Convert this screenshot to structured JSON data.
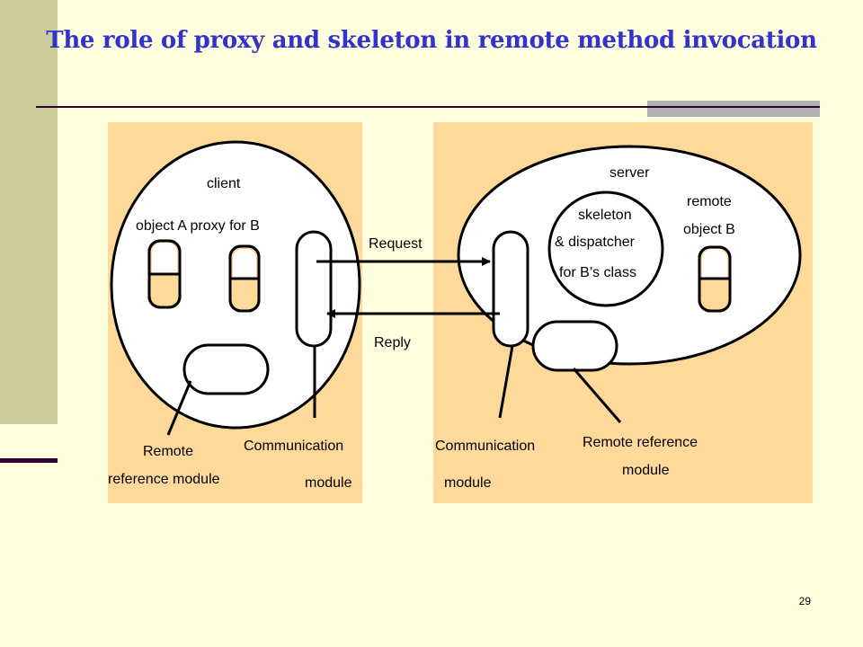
{
  "slide": {
    "title": "The role of proxy and skeleton in remote method invocation",
    "page_number": "29"
  },
  "client": {
    "label": "client",
    "objects_label": "object A proxy for B",
    "remote_ref_label_1": "Remote",
    "remote_ref_label_2": "reference module",
    "comm_label_1": "Communication",
    "comm_label_2": "module"
  },
  "server": {
    "label": "server",
    "remote_obj_label_1": "remote",
    "remote_obj_label_2": "object B",
    "skeleton_label_1": "skeleton",
    "skeleton_label_2": "& dispatcher",
    "skeleton_label_3": "for B’s class",
    "comm_label_1": "Communication",
    "comm_label_2": "module",
    "remote_ref_label_1": "Remote reference",
    "remote_ref_label_2": "module"
  },
  "messages": {
    "request": "Request",
    "reply": "Reply"
  },
  "colors": {
    "background": "#ffffe0",
    "panel": "#ffd99a",
    "title": "#3333cc",
    "object_fill": "#ffd99a"
  }
}
